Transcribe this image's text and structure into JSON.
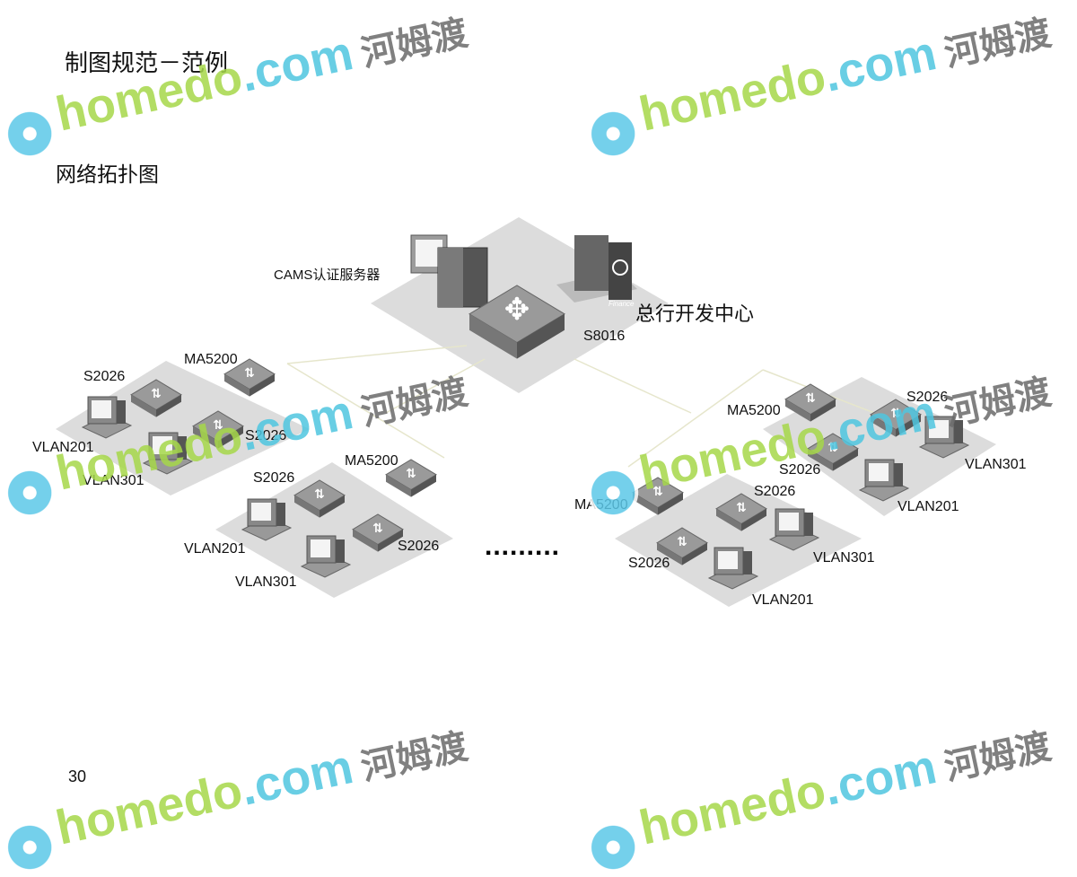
{
  "slide": {
    "title": "制图规范－范例",
    "subtitle": "网络拓扑图",
    "page_number": "30",
    "ellipsis": "........."
  },
  "diagram": {
    "core": {
      "server_label": "CAMS认证服务器",
      "switch_label": "S8016",
      "center_label": "总行开发中心",
      "building_sign": "Finance"
    },
    "left_a": {
      "ma": "MA5200",
      "sw1": "S2026",
      "sw2": "S2026",
      "pc1": "VLAN201",
      "pc2": "VLAN301"
    },
    "left_b": {
      "ma": "MA5200",
      "sw1": "S2026",
      "sw2": "S2026",
      "pc1": "VLAN201",
      "pc2": "VLAN301"
    },
    "right_a": {
      "ma": "MA5200",
      "sw1": "S2026",
      "sw2": "S2026",
      "pc1": "VLAN301",
      "pc2": "VLAN201"
    },
    "right_b": {
      "ma": "MA5200",
      "sw1": "S2026",
      "sw2": "S2026",
      "pc1": "VLAN301",
      "pc2": "VLAN201"
    }
  },
  "watermark": {
    "brand": "homedo",
    "domain": ".com",
    "cn": "河姆渡"
  },
  "colors": {
    "plate": "#dcdcdc",
    "device": "#8a8a8a",
    "link": "#e6e6cc",
    "wm_green": "#a6d84a",
    "wm_blue": "#4fc6e0"
  }
}
